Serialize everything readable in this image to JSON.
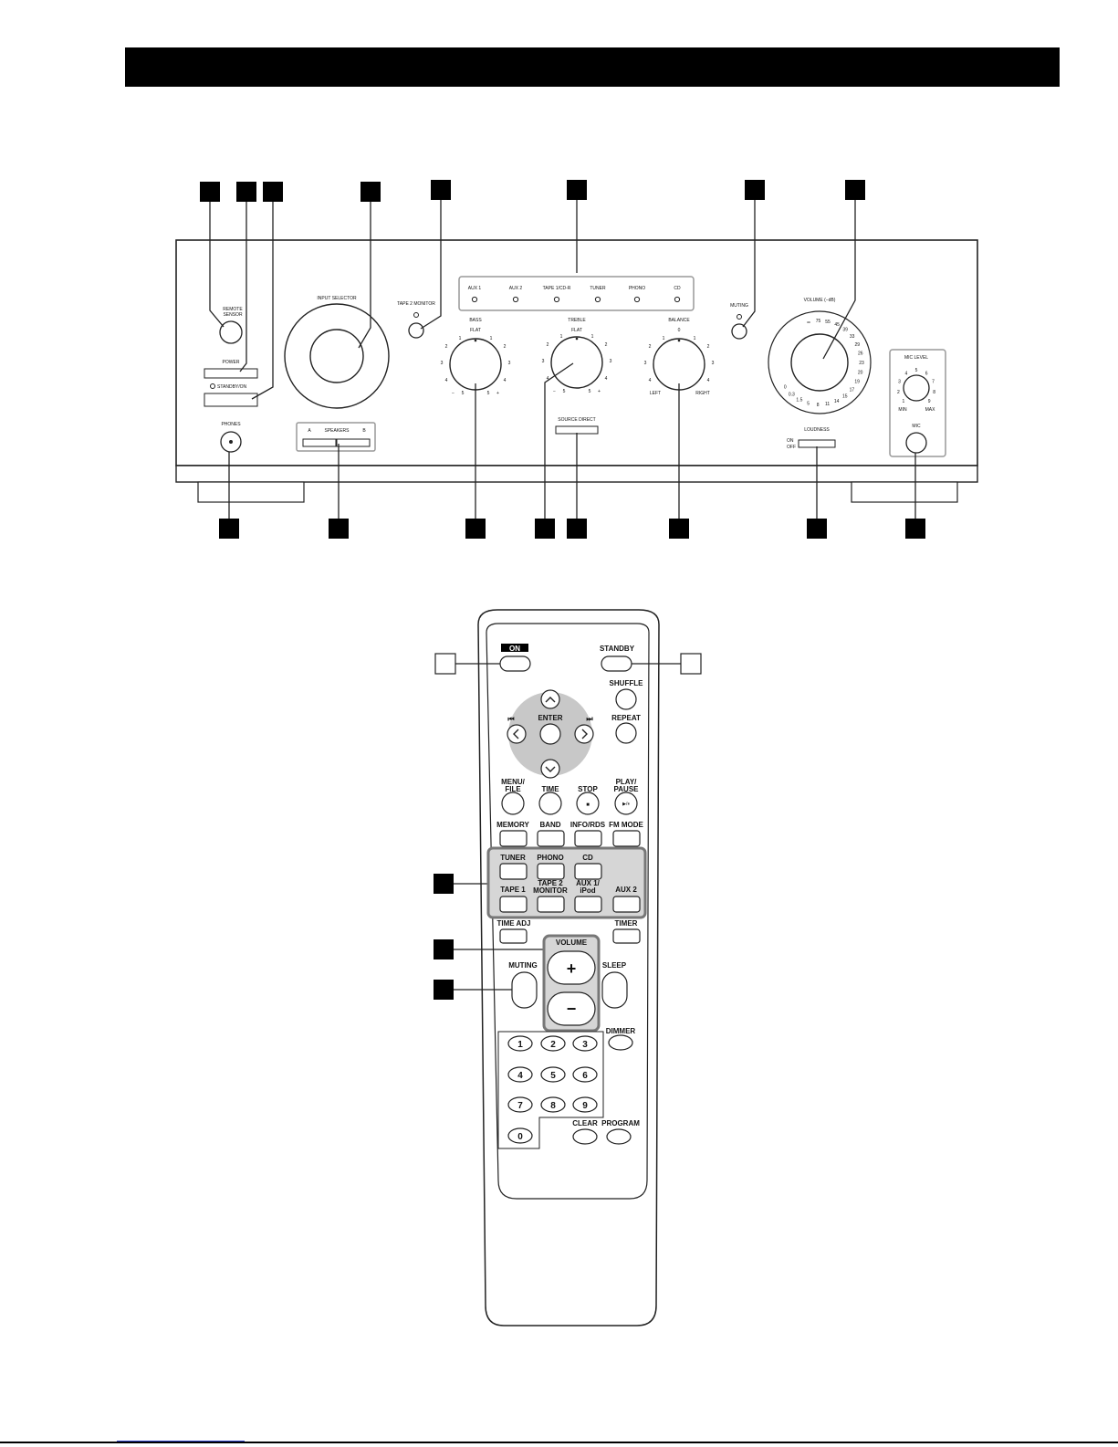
{
  "amp": {
    "remote_sensor": "REMOTE\nSENSOR",
    "power": "POWER",
    "standby_on": "STANDBY/ON",
    "phones": "PHONES",
    "input_selector": "INPUT SELECTOR",
    "speakers_a": "A",
    "speakers": "SPEAKERS",
    "speakers_b": "B",
    "tape2_monitor": "TAPE 2 MONITOR",
    "sources": [
      "AUX 1",
      "AUX 2",
      "TAPE 1/CD-R",
      "TUNER",
      "PHONO",
      "CD"
    ],
    "bass": "BASS",
    "treble": "TREBLE",
    "balance": "BALANCE",
    "flat": "FLAT",
    "zero": "0",
    "left": "LEFT",
    "right": "RIGHT",
    "minus": "−",
    "plus": "+",
    "source_direct": "SOURCE DIRECT",
    "muting": "MUTING",
    "volume": "VOLUME (−dB)",
    "volume_scale": [
      "∞",
      "75",
      "55",
      "45",
      "39",
      "33",
      "29",
      "26",
      "23",
      "20",
      "19",
      "17",
      "15",
      "14",
      "11",
      "8",
      "5",
      "1.5",
      "0.3",
      "0"
    ],
    "loudness": "LOUDNESS",
    "loudness_on": "ON",
    "loudness_off": "OFF",
    "mic_level": "MIC LEVEL",
    "mic_scale": [
      "1",
      "2",
      "3",
      "4",
      "5",
      "6",
      "7",
      "8",
      "9"
    ],
    "mic_min": "MIN",
    "mic_max": "MAX",
    "mic": "MIC"
  },
  "remote": {
    "on": "ON",
    "standby": "STANDBY",
    "shuffle": "SHUFFLE",
    "repeat": "REPEAT",
    "enter": "ENTER",
    "skip_back": "⏮",
    "skip_fwd": "⏭",
    "menu_file_1": "MENU/",
    "menu_file_2": "FILE",
    "time": "TIME",
    "stop": "STOP",
    "stop_icon": "■",
    "play_pause_1": "PLAY/",
    "play_pause_2": "PAUSE",
    "play_pause_icon": "▶/⏸",
    "memory": "MEMORY",
    "band": "BAND",
    "info_rds": "INFO/RDS",
    "fm_mode": "FM MODE",
    "tuner": "TUNER",
    "phono": "PHONO",
    "cd": "CD",
    "tape1": "TAPE 1",
    "tape2_monitor_1": "TAPE 2",
    "tape2_monitor_2": "MONITOR",
    "aux1_ipod_1": "AUX 1/",
    "aux1_ipod_2": "iPod",
    "aux2": "AUX 2",
    "time_adj": "TIME ADJ",
    "timer": "TIMER",
    "volume": "VOLUME",
    "vol_plus": "+",
    "vol_minus": "−",
    "muting": "MUTING",
    "sleep": "SLEEP",
    "dimmer": "DIMMER",
    "clear": "CLEAR",
    "program": "PROGRAM",
    "digits": [
      "1",
      "2",
      "3",
      "4",
      "5",
      "6",
      "7",
      "8",
      "9",
      "0"
    ]
  }
}
